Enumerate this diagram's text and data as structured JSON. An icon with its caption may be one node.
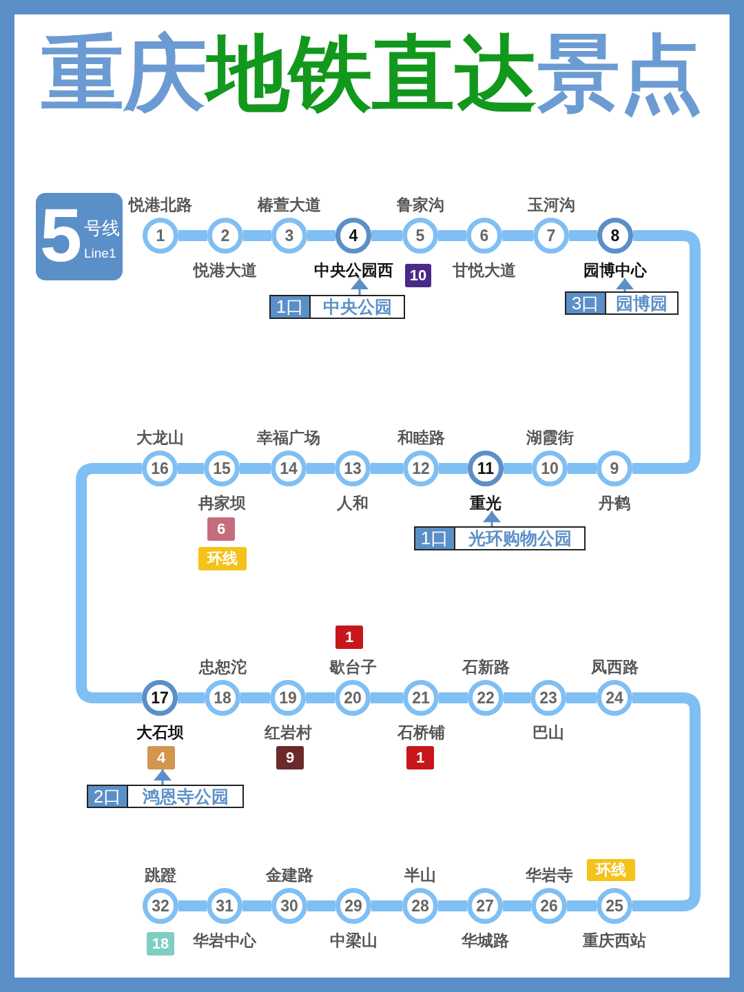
{
  "diagram": {
    "title": "重庆地铁直达景点",
    "nodes": [
      {
        "text": [
          "5",
          "号线",
          "Line1"
        ]
      },
      {
        "text": [
          "1"
        ],
        "beside": [
          "悦港北路"
        ]
      },
      {
        "text": [
          "2"
        ],
        "beside": [
          "悦港大道"
        ]
      },
      {
        "text": [
          "3"
        ],
        "beside": [
          "椿萱大道"
        ]
      },
      {
        "text": [
          "4"
        ],
        "beside": [
          "中央公园西"
        ]
      },
      {
        "text": [
          "5"
        ],
        "beside": [
          "鲁家沟"
        ]
      },
      {
        "text": [
          "6"
        ],
        "beside": [
          "甘悦大道"
        ]
      },
      {
        "text": [
          "7"
        ],
        "beside": [
          "玉河沟"
        ]
      },
      {
        "text": [
          "8"
        ],
        "beside": [
          "园博中心"
        ]
      },
      {
        "text": [
          "10"
        ]
      },
      {
        "text": [
          "1口",
          "中央公园"
        ]
      },
      {
        "text": [
          "3口",
          "园博园"
        ]
      },
      {
        "text": [
          "16"
        ],
        "beside": [
          "大龙山"
        ]
      },
      {
        "text": [
          "15"
        ],
        "beside": [
          "冉家坝"
        ]
      },
      {
        "text": [
          "14"
        ],
        "beside": [
          "幸福广场"
        ]
      },
      {
        "text": [
          "13"
        ],
        "beside": [
          "人和"
        ]
      },
      {
        "text": [
          "12"
        ],
        "beside": [
          "和睦路"
        ]
      },
      {
        "text": [
          "11"
        ],
        "beside": [
          "重光"
        ]
      },
      {
        "text": [
          "10"
        ],
        "beside": [
          "湖霞街"
        ]
      },
      {
        "text": [
          "9"
        ],
        "beside": [
          "丹鹤"
        ]
      },
      {
        "text": [
          "6"
        ]
      },
      {
        "text": [
          "环线"
        ]
      },
      {
        "text": [
          "1口",
          "光环购物公园"
        ]
      },
      {
        "text": [
          "1"
        ]
      },
      {
        "text": [
          "17"
        ],
        "beside": [
          "大石坝"
        ]
      },
      {
        "text": [
          "18"
        ],
        "beside": [
          "忠恕沱"
        ]
      },
      {
        "text": [
          "19"
        ],
        "beside": [
          "红岩村"
        ]
      },
      {
        "text": [
          "20"
        ],
        "beside": [
          "歇台子"
        ]
      },
      {
        "text": [
          "21"
        ],
        "beside": [
          "石桥铺"
        ]
      },
      {
        "text": [
          "22"
        ],
        "beside": [
          "石新路"
        ]
      },
      {
        "text": [
          "23"
        ],
        "beside": [
          "巴山"
        ]
      },
      {
        "text": [
          "24"
        ],
        "beside": [
          "凤西路"
        ]
      },
      {
        "text": [
          "4"
        ]
      },
      {
        "text": [
          "9"
        ]
      },
      {
        "text": [
          "1"
        ]
      },
      {
        "text": [
          "2口",
          "鸿恩寺公园"
        ]
      },
      {
        "text": [
          "环线"
        ]
      },
      {
        "text": [
          "32"
        ],
        "beside": [
          "跳蹬"
        ]
      },
      {
        "text": [
          "31"
        ],
        "beside": [
          "华岩中心"
        ]
      },
      {
        "text": [
          "30"
        ],
        "beside": [
          "金建路"
        ]
      },
      {
        "text": [
          "29"
        ],
        "beside": [
          "中梁山"
        ]
      },
      {
        "text": [
          "28"
        ],
        "beside": [
          "半山"
        ]
      },
      {
        "text": [
          "27"
        ],
        "beside": [
          "华城路"
        ]
      },
      {
        "text": [
          "26"
        ],
        "beside": [
          "华岩寺"
        ]
      },
      {
        "text": [
          "25"
        ],
        "beside": [
          "重庆西站"
        ]
      },
      {
        "text": [
          "18"
        ]
      }
    ],
    "edges": [
      {
        "from": 1,
        "to": 2,
        "arrow": "none"
      },
      {
        "from": 2,
        "to": 3,
        "arrow": "none"
      },
      {
        "from": 3,
        "to": 4,
        "arrow": "none"
      },
      {
        "from": 4,
        "to": 5,
        "arrow": "none"
      },
      {
        "from": 5,
        "to": 6,
        "arrow": "none"
      },
      {
        "from": 6,
        "to": 7,
        "arrow": "none"
      },
      {
        "from": 7,
        "to": 8,
        "arrow": "none"
      },
      {
        "from": 8,
        "to": 19,
        "arrow": "none"
      },
      {
        "from": 19,
        "to": 18,
        "arrow": "none"
      },
      {
        "from": 18,
        "to": 17,
        "arrow": "none"
      },
      {
        "from": 17,
        "to": 16,
        "arrow": "none"
      },
      {
        "from": 16,
        "to": 15,
        "arrow": "none"
      },
      {
        "from": 15,
        "to": 14,
        "arrow": "none"
      },
      {
        "from": 14,
        "to": 13,
        "arrow": "none"
      },
      {
        "from": 13,
        "to": 12,
        "arrow": "none"
      },
      {
        "from": 12,
        "to": 24,
        "arrow": "none"
      },
      {
        "from": 24,
        "to": 25,
        "arrow": "none"
      },
      {
        "from": 25,
        "to": 26,
        "arrow": "none"
      },
      {
        "from": 26,
        "to": 27,
        "arrow": "none"
      },
      {
        "from": 27,
        "to": 28,
        "arrow": "none"
      },
      {
        "from": 28,
        "to": 29,
        "arrow": "none"
      },
      {
        "from": 29,
        "to": 30,
        "arrow": "none"
      },
      {
        "from": 30,
        "to": 31,
        "arrow": "none"
      },
      {
        "from": 31,
        "to": 44,
        "arrow": "none"
      },
      {
        "from": 44,
        "to": 43,
        "arrow": "none"
      },
      {
        "from": 43,
        "to": 42,
        "arrow": "none"
      },
      {
        "from": 42,
        "to": 41,
        "arrow": "none"
      },
      {
        "from": 41,
        "to": 40,
        "arrow": "none"
      },
      {
        "from": 40,
        "to": 39,
        "arrow": "none"
      },
      {
        "from": 39,
        "to": 38,
        "arrow": "none"
      },
      {
        "from": 38,
        "to": 37,
        "arrow": "none"
      },
      {
        "from": 10,
        "to": 4,
        "arrow": "to"
      },
      {
        "from": 11,
        "to": 8,
        "arrow": "to"
      },
      {
        "from": 22,
        "to": 17,
        "arrow": "to"
      },
      {
        "from": 35,
        "to": 32,
        "arrow": "to"
      }
    ]
  }
}
